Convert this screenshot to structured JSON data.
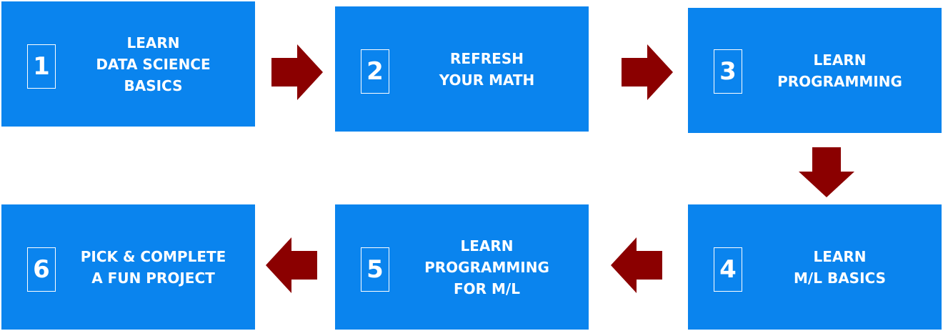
{
  "colors": {
    "box_fill": "#0a84ee",
    "arrow_fill": "#8b0000",
    "text": "#ffffff"
  },
  "steps": [
    {
      "number": "1",
      "lines": [
        "LEARN",
        "DATA SCIENCE",
        "BASICS"
      ]
    },
    {
      "number": "2",
      "lines": [
        "REFRESH",
        "YOUR MATH"
      ]
    },
    {
      "number": "3",
      "lines": [
        "LEARN",
        "PROGRAMMING"
      ]
    },
    {
      "number": "4",
      "lines": [
        "LEARN",
        "M/L BASICS"
      ]
    },
    {
      "number": "5",
      "lines": [
        "LEARN",
        "PROGRAMMING",
        "FOR M/L"
      ]
    },
    {
      "number": "6",
      "lines": [
        "PICK & COMPLETE",
        "A FUN PROJECT"
      ]
    }
  ],
  "arrows": [
    "right-arrow-icon",
    "right-arrow-icon",
    "down-arrow-icon",
    "left-arrow-icon",
    "left-arrow-icon"
  ]
}
